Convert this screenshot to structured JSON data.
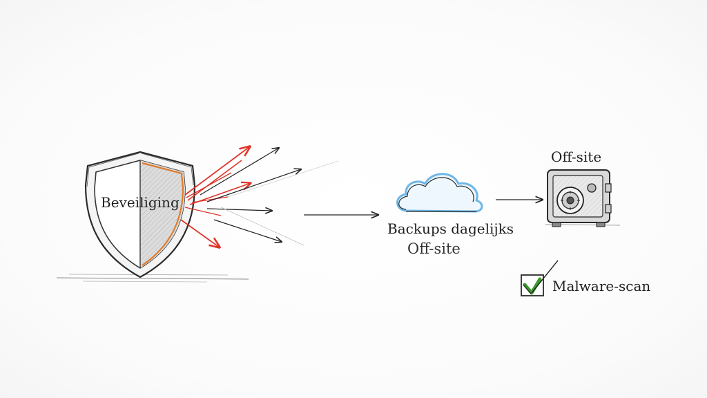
{
  "shield": {
    "label": "Beveiliging",
    "icon": "shield-icon"
  },
  "backup": {
    "label": "Backups dagelijks",
    "sublabel": "Off-site",
    "icon": "cloud-icon"
  },
  "vault": {
    "label": "Off-site",
    "icon": "safe-icon"
  },
  "check": {
    "label": "Malware-scan",
    "icon": "checkbox-checked-icon"
  },
  "colors": {
    "ink": "#222222",
    "threat_red": "#e0342a",
    "cloud_blue": "#6fb7e6",
    "check_green": "#3c9a2c",
    "shield_orange": "#e07a2a"
  }
}
